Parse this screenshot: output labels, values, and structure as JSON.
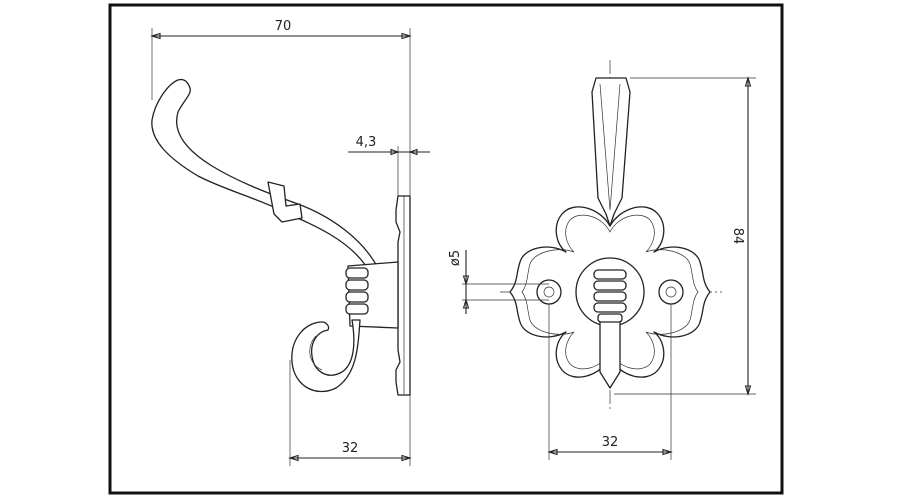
{
  "drawing": {
    "border_color": "#111111",
    "line_color": "#222222"
  },
  "dimensions": {
    "side_width": "70",
    "plate_thickness": "4,3",
    "side_bottom": "32",
    "hole_diameter": "ø5",
    "hole_spacing": "32",
    "height": "84"
  }
}
